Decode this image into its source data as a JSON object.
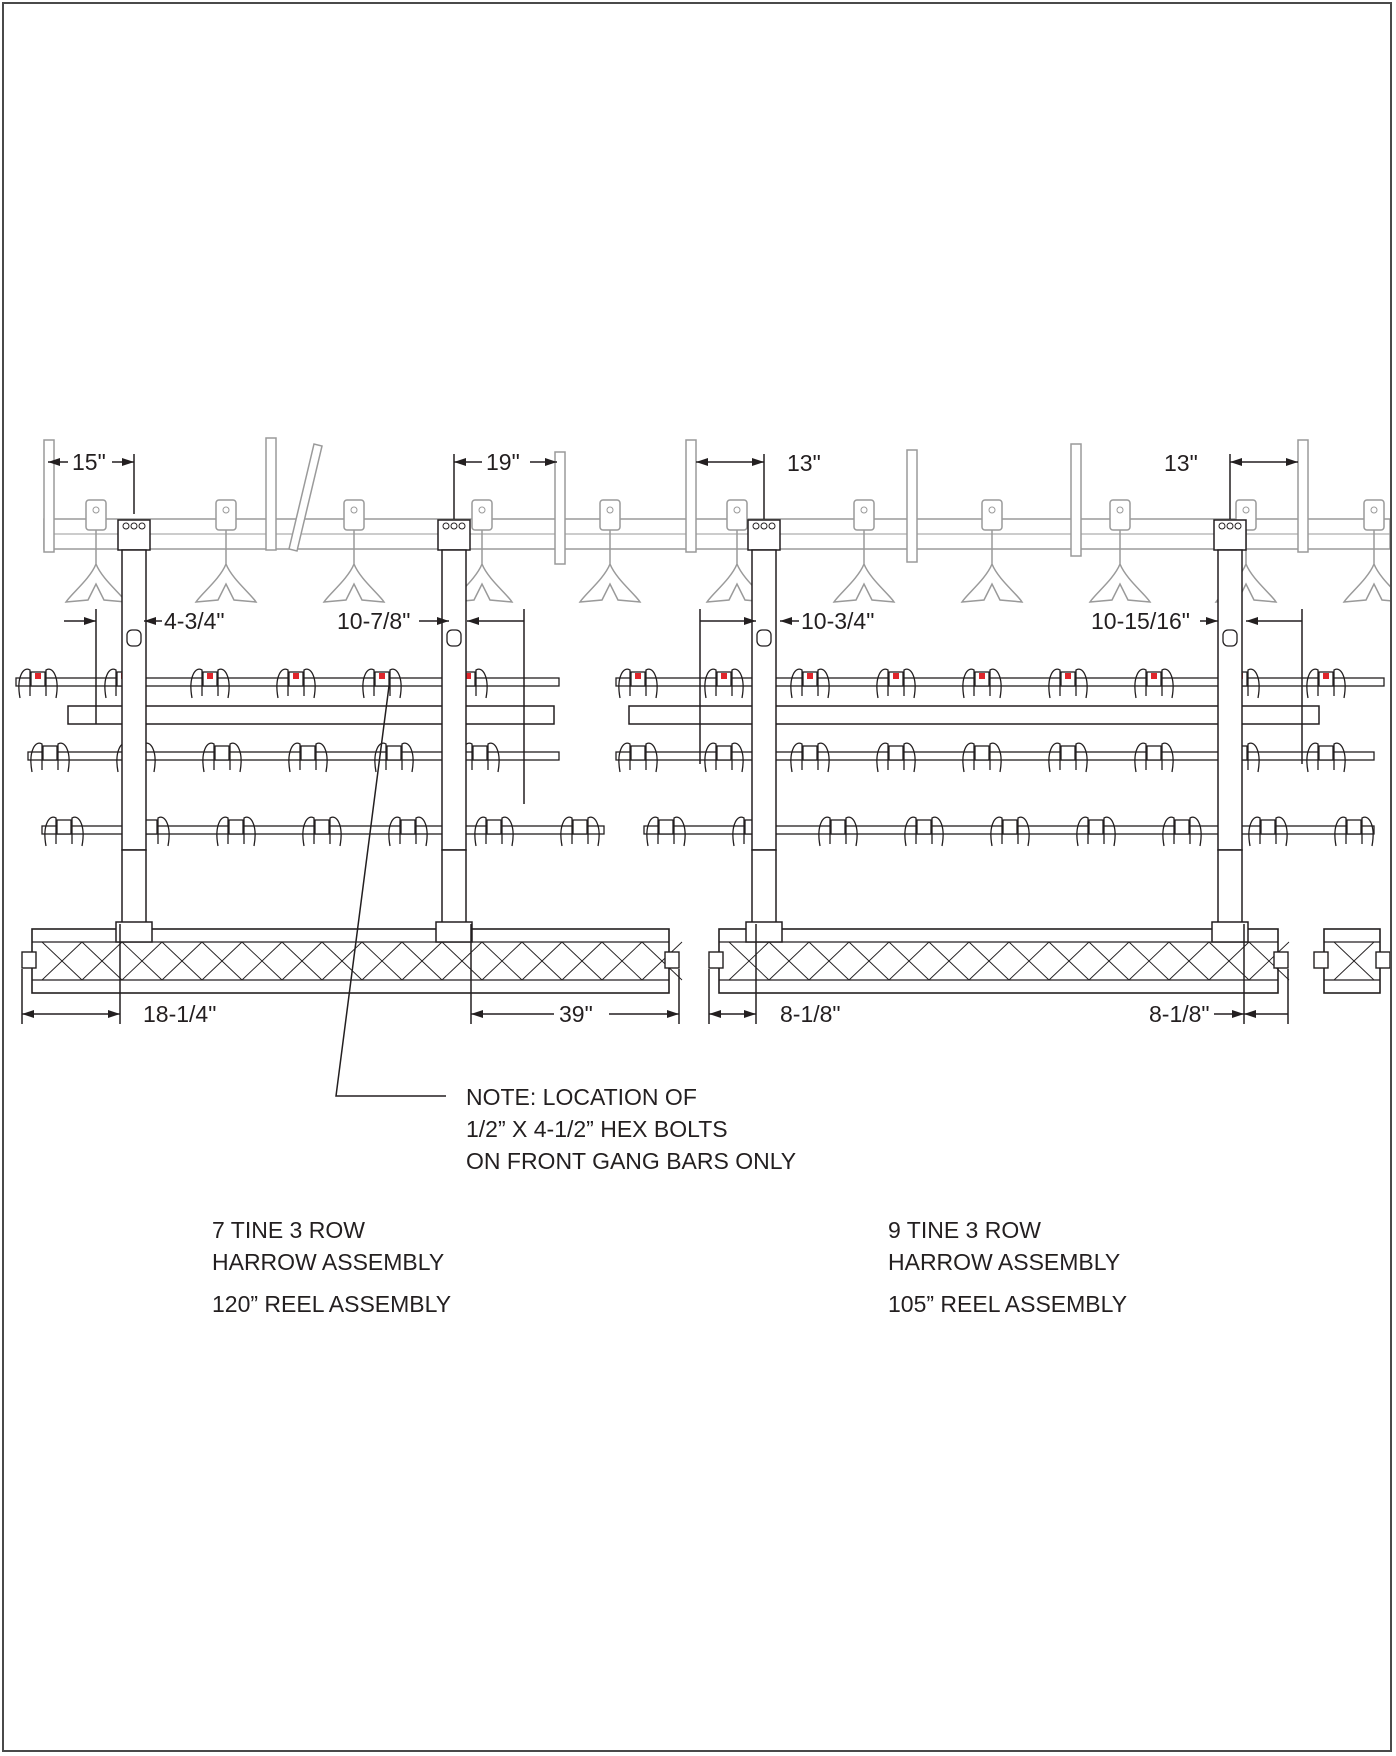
{
  "colors": {
    "ink": "#231f20",
    "faded_ink": "#9a9a9a",
    "frame_border": "#4a4a4a",
    "bolt_highlight": "#e0262c"
  },
  "dimensions": {
    "d1": "15\"",
    "d2": "19\"",
    "d3": "13\"",
    "d4": "13\"",
    "d5": "4-3/4\"",
    "d6": "10-7/8\"",
    "d7": "10-3/4\"",
    "d8": "10-15/16\"",
    "d9": "18-1/4\"",
    "d10": "39\"",
    "d11": "8-1/8\"",
    "d12": "8-1/8\""
  },
  "note": {
    "line1": "NOTE: LOCATION OF",
    "line2": "1/2” X 4-1/2” HEX BOLTS",
    "line3": "ON FRONT GANG BARS ONLY"
  },
  "left_assembly": {
    "harrow_line1": "7 TINE 3 ROW",
    "harrow_line2": "HARROW ASSEMBLY",
    "reel": "120” REEL ASSEMBLY"
  },
  "right_assembly": {
    "harrow_line1": "9 TINE 3 ROW",
    "harrow_line2": "HARROW ASSEMBLY",
    "reel": "105” REEL ASSEMBLY"
  }
}
